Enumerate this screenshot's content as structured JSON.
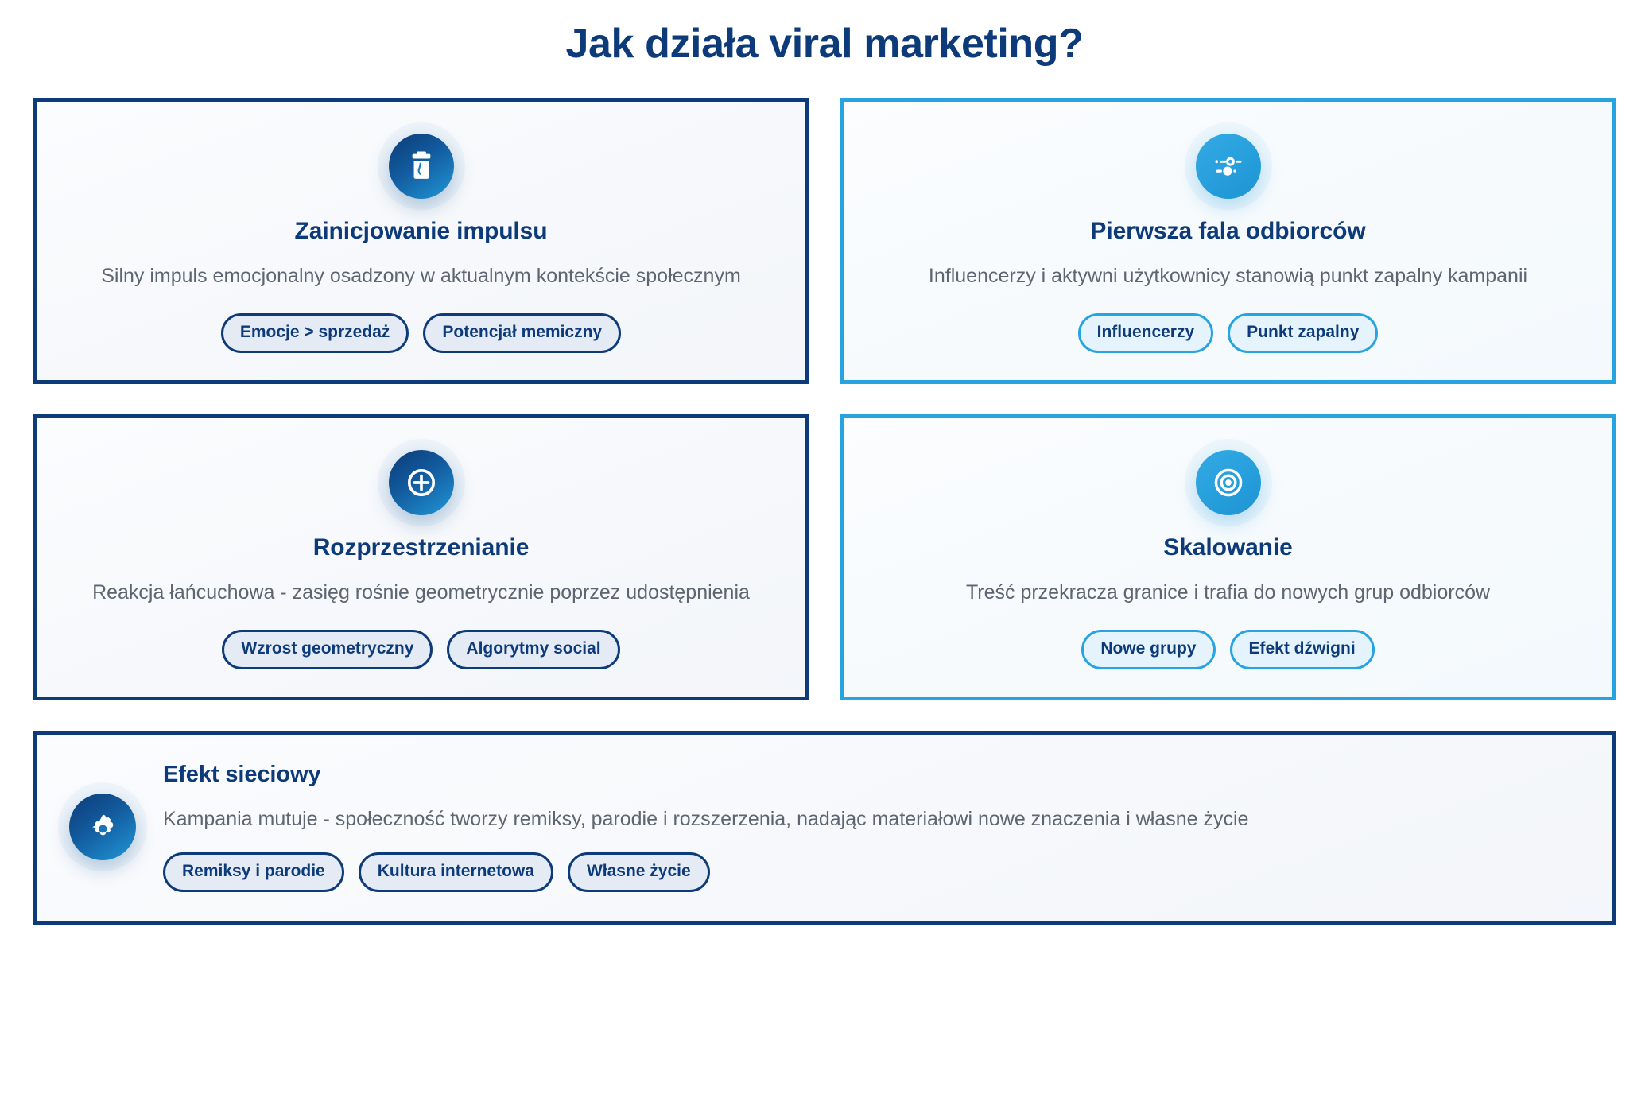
{
  "header": {
    "title": "Jak działa viral marketing?"
  },
  "theme": {
    "navy": "#0d3b7a",
    "light_blue": "#27a3e0",
    "body_text": "#5d6570",
    "card_bg": "#f7f9fc",
    "pill_navy_bg": "#e5ebf4",
    "pill_light_bg": "#e5f4fc"
  },
  "cards": [
    {
      "icon": "trash-bin-icon",
      "accent": "navy",
      "title": "Zainicjowanie impulsu",
      "description": "Silny impuls emocjonalny osadzony w aktualnym kontekście społecznym",
      "pills": [
        "Emocje > sprzedaż",
        "Potencjał memiczny"
      ]
    },
    {
      "icon": "sliders-icon",
      "accent": "light",
      "title": "Pierwsza fala odbiorców",
      "description": "Influencerzy i aktywni użytkownicy stanowią punkt zapalny kampanii",
      "pills": [
        "Influencerzy",
        "Punkt zapalny"
      ]
    },
    {
      "icon": "plus-circle-icon",
      "accent": "navy",
      "title": "Rozprzestrzenianie",
      "description": "Reakcja łańcuchowa - zasięg rośnie geometrycznie poprzez udostępnienia",
      "pills": [
        "Wzrost geometryczny",
        "Algorytmy social"
      ]
    },
    {
      "icon": "target-icon",
      "accent": "light",
      "title": "Skalowanie",
      "description": "Treść przekracza granice i trafia do nowych grup odbiorców",
      "pills": [
        "Nowe grupy",
        "Efekt dźwigni"
      ]
    }
  ],
  "wide_card": {
    "icon": "gear-icon",
    "accent": "navy",
    "title": "Efekt sieciowy",
    "description": "Kampania mutuje - społeczność tworzy remiksy, parodie i rozszerzenia, nadając materiałowi nowe znaczenia i własne życie",
    "pills": [
      "Remiksy i parodie",
      "Kultura internetowa",
      "Własne życie"
    ]
  }
}
